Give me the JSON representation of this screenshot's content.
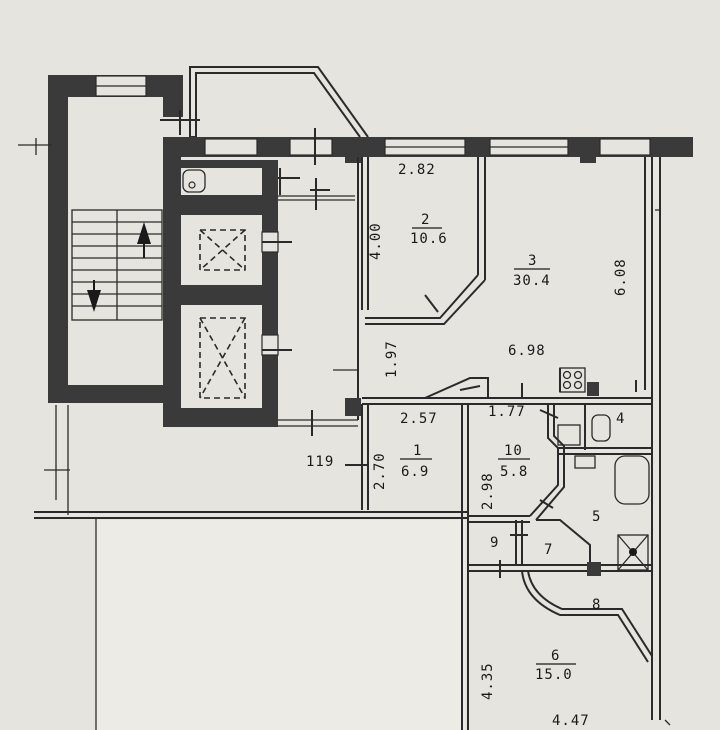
{
  "dimensions": {
    "d282": "2.82",
    "d400": "4.00",
    "d608": "6.08",
    "d698": "6.98",
    "d197": "1.97",
    "d257": "2.57",
    "d177": "1.77",
    "d119": "119",
    "d270": "2.70",
    "d298": "2.98",
    "d435": "4.35",
    "d447": "4.47"
  },
  "rooms": [
    {
      "number": "2",
      "area": "10.6"
    },
    {
      "number": "3",
      "area": "30.4"
    },
    {
      "number": "1",
      "area": "6.9"
    },
    {
      "number": "10",
      "area": "5.8"
    },
    {
      "number": "4",
      "area": ""
    },
    {
      "number": "5",
      "area": ""
    },
    {
      "number": "9",
      "area": ""
    },
    {
      "number": "7",
      "area": ""
    },
    {
      "number": "8",
      "area": ""
    },
    {
      "number": "6",
      "area": "15.0"
    }
  ]
}
